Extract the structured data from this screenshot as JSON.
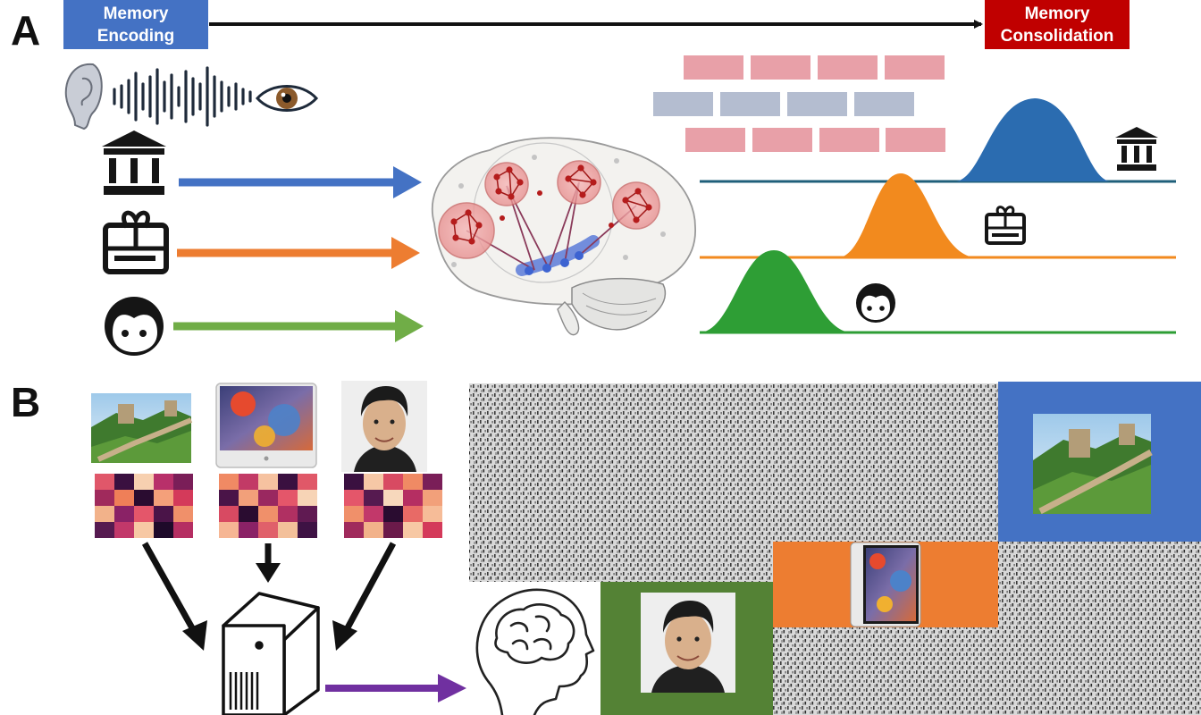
{
  "panel_a": {
    "letter": "A",
    "encoding_box": {
      "line1": "Memory",
      "line2": "Encoding",
      "color": "#4472c4"
    },
    "consolidation_box": {
      "line1": "Memory",
      "line2": "Consolidation",
      "color": "#c00000"
    },
    "sensory_icons": [
      "ear-icon",
      "sound-wave-icon",
      "eye-icon"
    ],
    "stimuli": [
      {
        "icon": "museum-icon",
        "color": "#4472c4"
      },
      {
        "icon": "gift-card-icon",
        "color": "#ed7d31"
      },
      {
        "icon": "face-icon",
        "color": "#70ad47"
      }
    ],
    "timeline_colors": {
      "pink": "#e8a0a8",
      "gray": "#b4bdd0",
      "blue": "#2b6cb0",
      "orange": "#f28a1e",
      "green": "#2e9e35"
    }
  },
  "panel_b": {
    "letter": "B",
    "image_icons": [
      "great-wall-photo",
      "tablet-photo",
      "portrait-photo"
    ],
    "heatmap_icons": [
      "heatmap-1",
      "heatmap-2",
      "heatmap-3"
    ],
    "process_icons": [
      "server-icon",
      "head-brain-icon"
    ],
    "overlay_colors": {
      "blue": "#4472c4",
      "orange": "#ed7d31",
      "green": "#548235",
      "purple": "#7030a0"
    }
  }
}
